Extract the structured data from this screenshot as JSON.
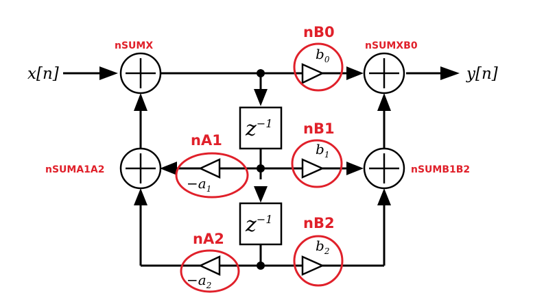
{
  "signals": {
    "input": "x[n]",
    "output": "y[n]"
  },
  "delay": {
    "base": "z",
    "exponent": "−1"
  },
  "coefficients": {
    "b0": {
      "base": "b",
      "sub": "0"
    },
    "b1": {
      "base": "b",
      "sub": "1"
    },
    "b2": {
      "base": "b",
      "sub": "2"
    },
    "a1": {
      "base": "−a",
      "sub": "1"
    },
    "a2": {
      "base": "−a",
      "sub": "2"
    }
  },
  "labels": {
    "nSUMX": "nSUMX",
    "nB0": "nB0",
    "nSUMXB0": "nSUMXB0",
    "nB1": "nB1",
    "nA1": "nA1",
    "nSUMA1A2": "nSUMA1A2",
    "nSUMB1B2": "nSUMB1B2",
    "nB2": "nB2",
    "nA2": "nA2"
  },
  "colors": {
    "line": "#000000",
    "highlight": "#e0202a",
    "background": "#ffffff"
  }
}
